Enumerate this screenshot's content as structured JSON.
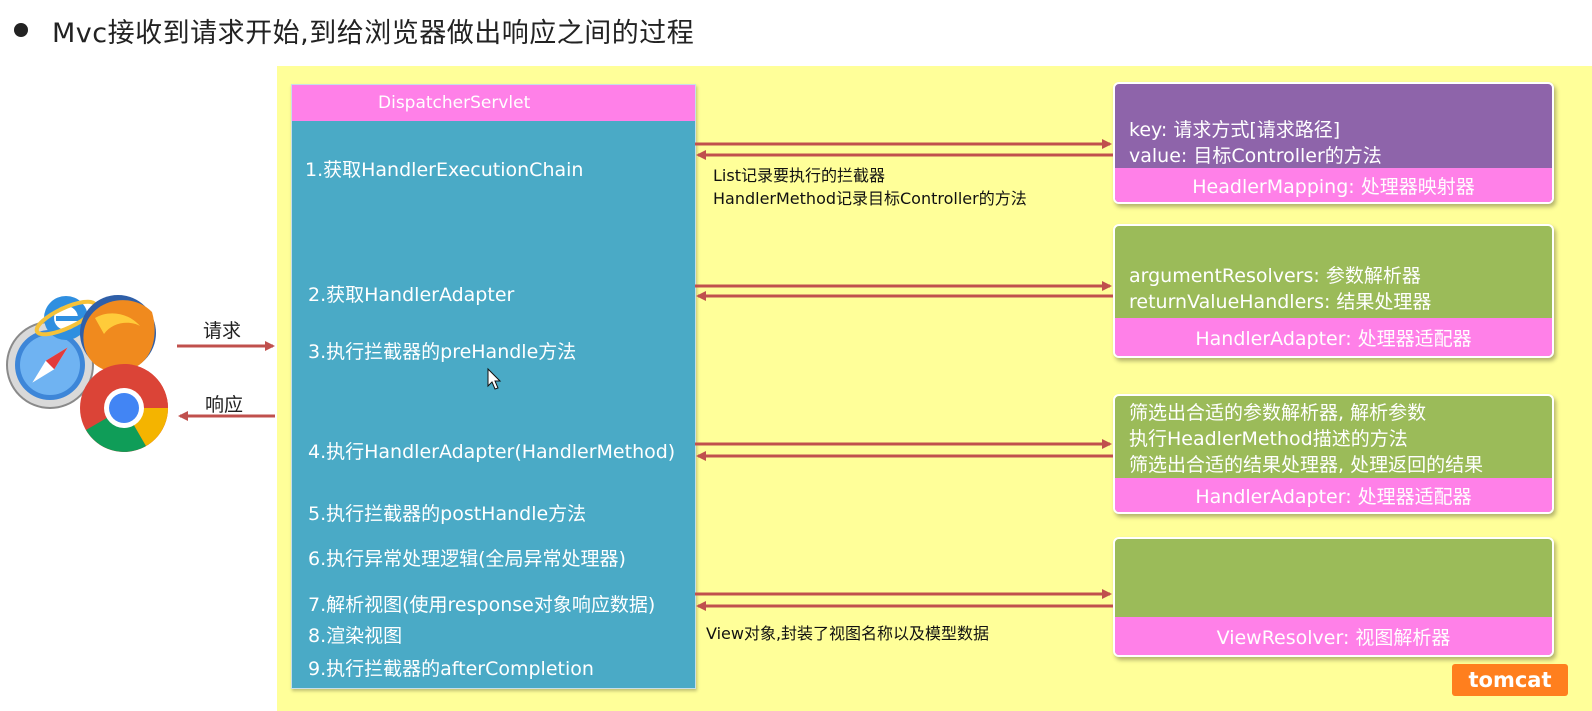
{
  "heading": "Mvc接收到请求开始,到给浏览器做出响应之间的过程",
  "dispatcher": {
    "title": "DispatcherServlet",
    "steps": [
      "1.获取HandlerExecutionChain",
      "2.获取HandlerAdapter",
      "3.执行拦截器的preHandle方法",
      "4.执行HandlerAdapter(HandlerMethod)",
      "5.执行拦截器的postHandle方法",
      "6.执行异常处理逻辑(全局异常处理器)",
      "7.解析视图(使用response对象响应数据)",
      "8.渲染视图",
      "9.执行拦截器的afterCompletion"
    ]
  },
  "components": [
    {
      "lines": [
        "key:  请求方式[请求路径]",
        "value: 目标Controller的方法"
      ],
      "footer": "HeadlerMapping: 处理器映射器",
      "color": "#8e64aa"
    },
    {
      "lines": [
        "argumentResolvers:  参数解析器",
        "returnValueHandlers: 结果处理器"
      ],
      "footer": "HandlerAdapter: 处理器适配器",
      "color": "#9bbb59"
    },
    {
      "lines": [
        "筛选出合适的参数解析器, 解析参数",
        "执行HeadlerMethod描述的方法",
        "筛选出合适的结果处理器, 处理返回的结果"
      ],
      "footer": "HandlerAdapter: 处理器适配器",
      "color": "#9bbb59"
    },
    {
      "lines": [],
      "footer": "ViewResolver: 视图解析器",
      "color": "#9bbb59"
    }
  ],
  "notes": {
    "chain": [
      "List记录要执行的拦截器",
      "HandlerMethod记录目标Controller的方法"
    ],
    "view": "View对象,封装了视图名称以及模型数据"
  },
  "client": {
    "request": "请求",
    "response": "响应",
    "icons": [
      "safari-icon",
      "ie-icon",
      "firefox-icon",
      "chrome-icon"
    ]
  },
  "watermark": "tomcat",
  "colors": {
    "stage": "#ffff99",
    "dispatcher": "#4aaac6",
    "pink": "#ff80e8",
    "arrow": "#c0504d"
  }
}
